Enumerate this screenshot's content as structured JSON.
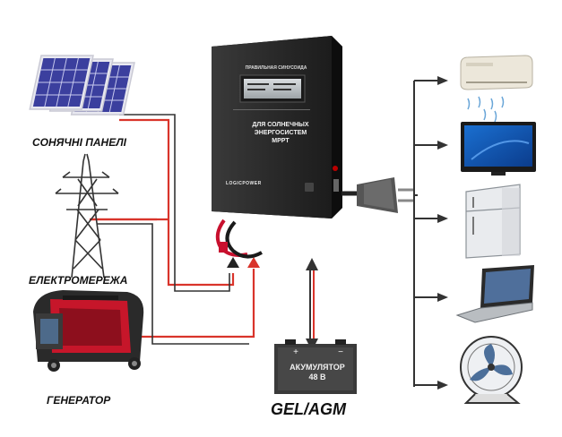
{
  "labels": {
    "solar_panels": "СОНЯЧНІ ПАНЕЛІ",
    "grid": "ЕЛЕКТРОМЕРЕЖА",
    "generator": "ГЕНЕРАТОР"
  },
  "inverter": {
    "top_text": "ПРАВИЛЬНАЯ СИНУСОИДА",
    "title_line1": "ДЛЯ СОЛНЕЧНЫХ",
    "title_line2": "ЭНЕРГОСИСТЕМ",
    "title_line3": "MPPT",
    "brand": "LOGICPOWER"
  },
  "battery": {
    "title": "АКУМУЛЯТОР",
    "voltage": "48 В",
    "type": "GEL/AGM"
  },
  "loads": [
    "air-conditioner",
    "television",
    "refrigerator",
    "laptop",
    "fan"
  ],
  "colors": {
    "input_line": "#d9342b",
    "output_line": "#333333",
    "inverter_body": "#2b2b2b",
    "battery_body": "#3a3a3a",
    "solar_cell": "#3b3f9e"
  }
}
